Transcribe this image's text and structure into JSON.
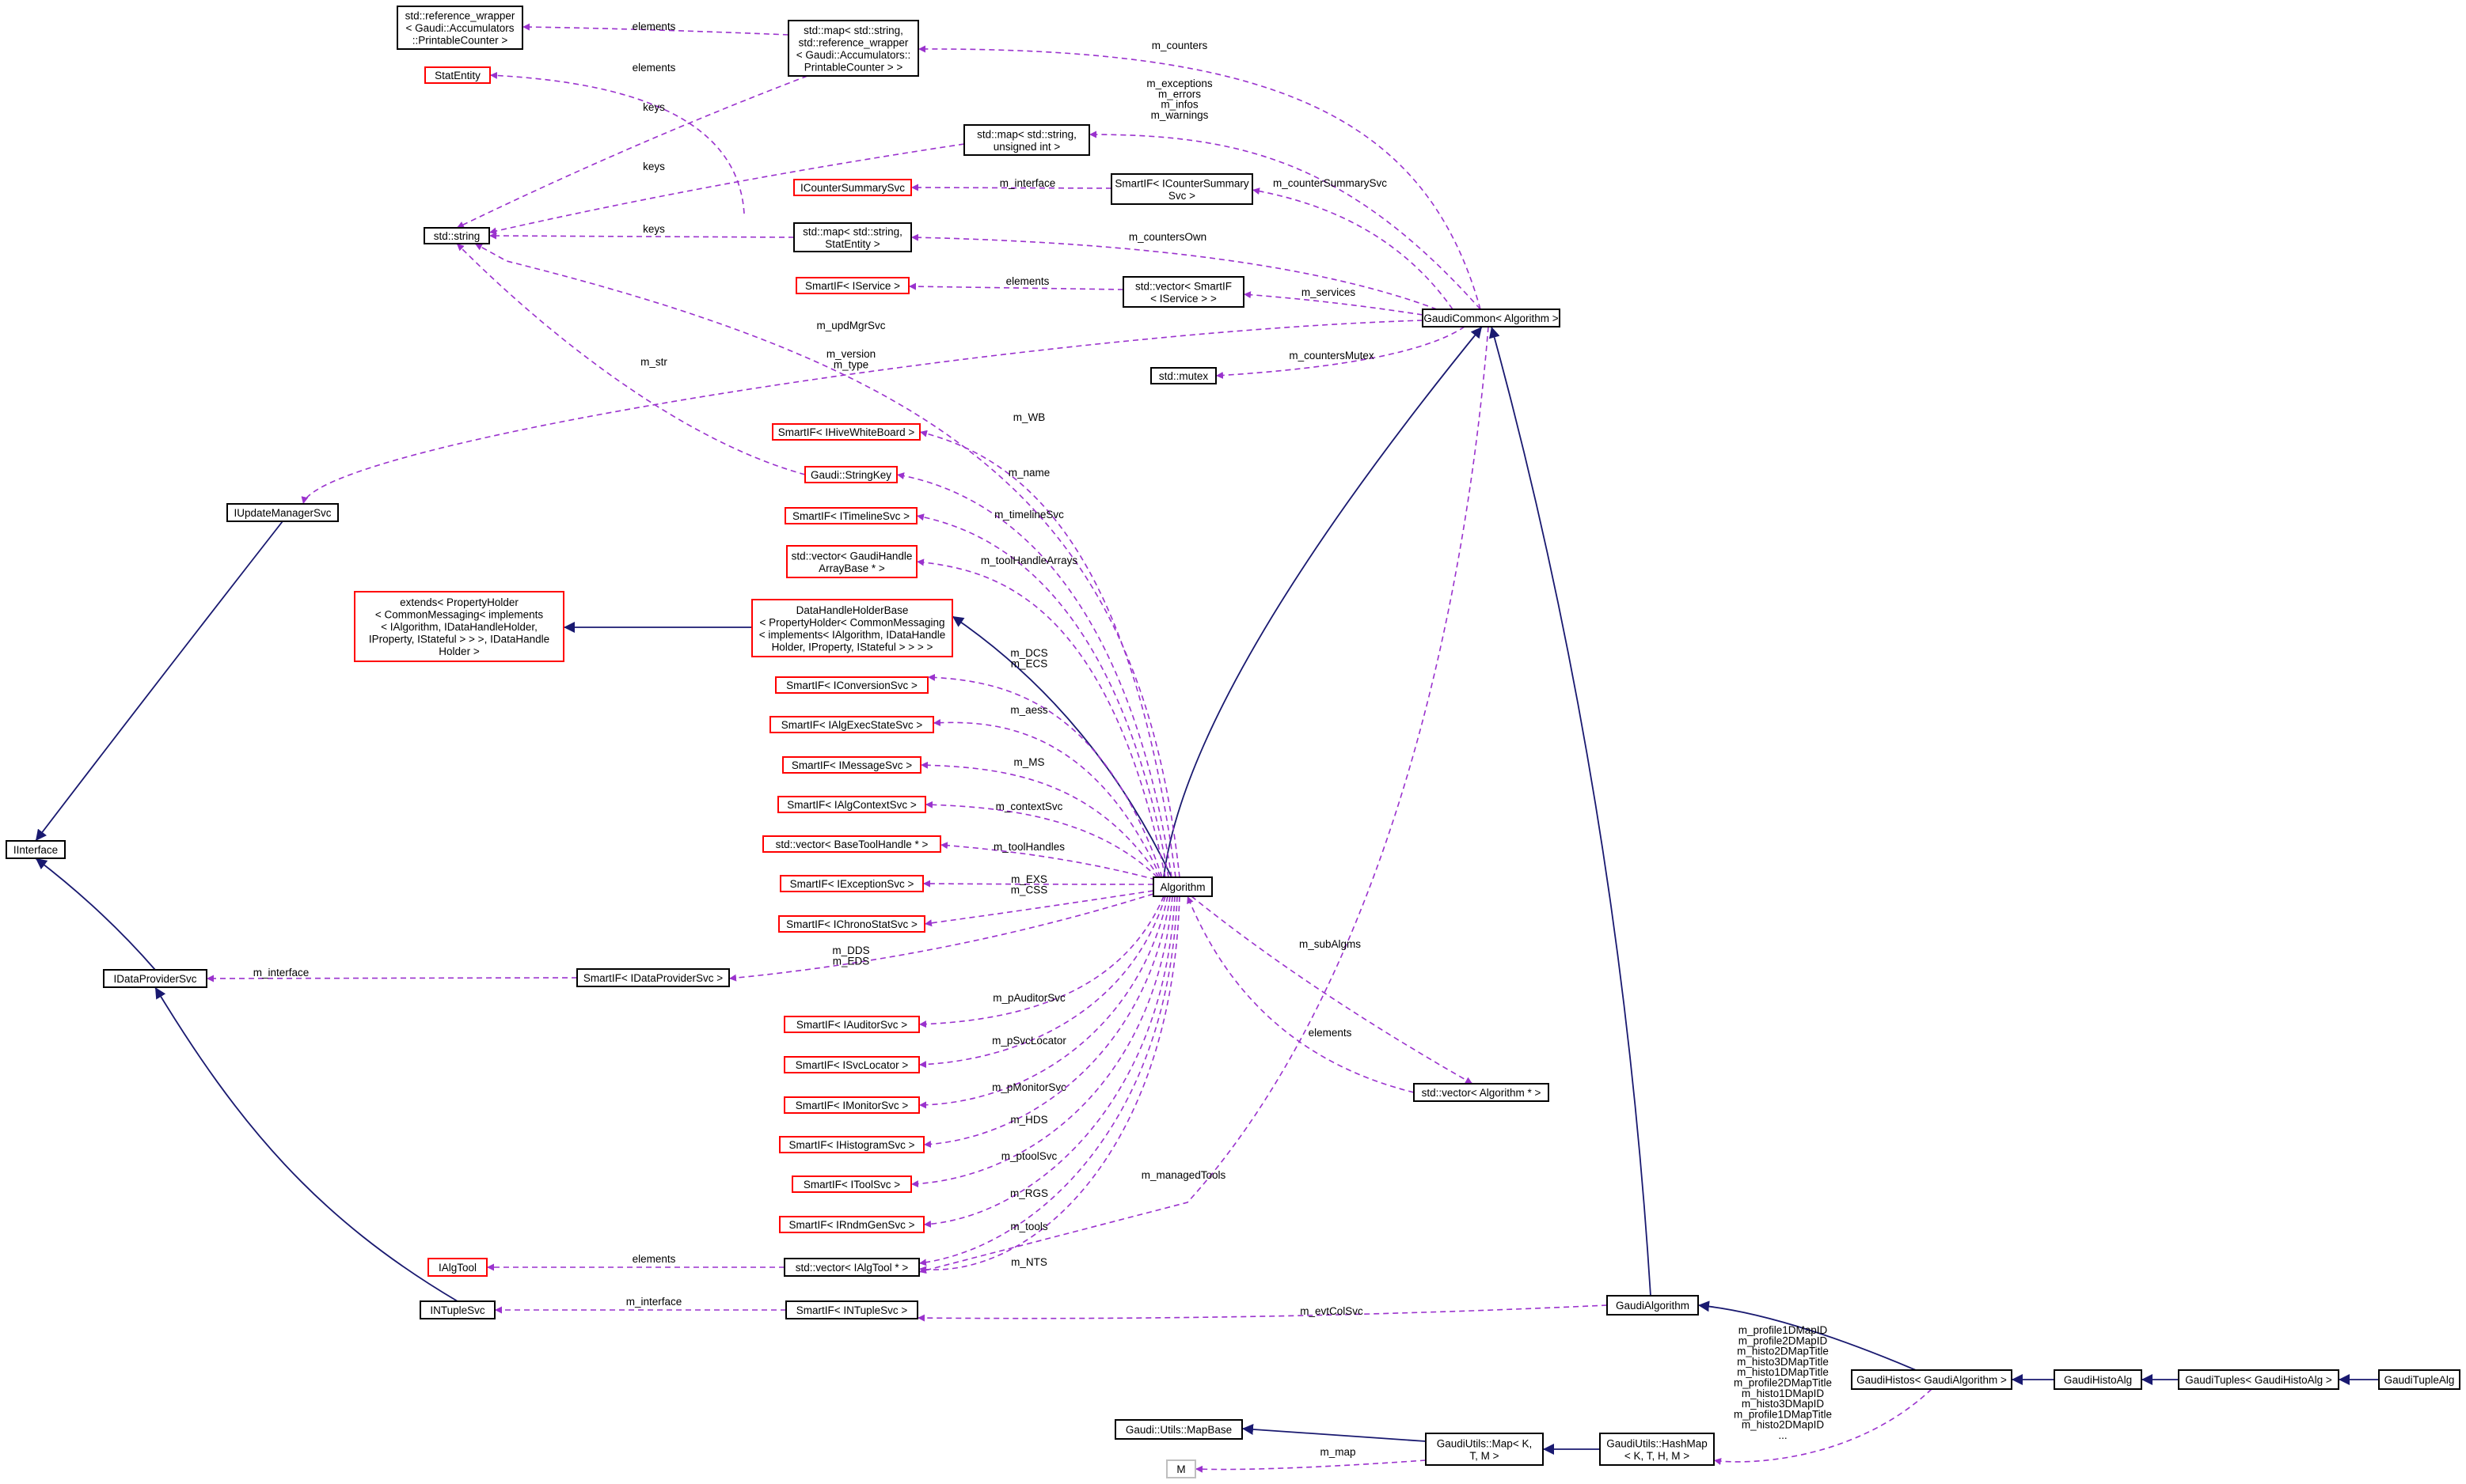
{
  "colors": {
    "inherit": "#191970",
    "use": "#9a32cd",
    "box_black": "#000000",
    "box_red": "#ff0000",
    "box_gray": "#bfbfbf",
    "focus_fill": "#bfbfbf"
  },
  "nodes": {
    "refwrap": [
      "std::reference_wrapper",
      "< Gaudi::Accumulators",
      "::PrintableCounter >"
    ],
    "mapcounter": [
      "std::map< std::string,",
      "std::reference_wrapper",
      "< Gaudi::Accumulators::",
      "PrintableCounter > >"
    ],
    "statentity": [
      "StatEntity"
    ],
    "stdstring": [
      "std::string"
    ],
    "mapuint": [
      "std::map< std::string,",
      "unsigned int >"
    ],
    "icountersummary": [
      "ICounterSummarySvc"
    ],
    "smartifcountersummary": [
      "SmartIF< ICounterSummary",
      "Svc >"
    ],
    "mapstatentity": [
      "std::map< std::string,",
      "StatEntity >"
    ],
    "smartifiservice": [
      "SmartIF< IService >"
    ],
    "vectorsmartif": [
      "std::vector< SmartIF",
      "< IService > >"
    ],
    "gaudicommon": [
      "GaudiCommon< Algorithm >"
    ],
    "mutex": [
      "std::mutex"
    ],
    "iupdatemanager": [
      "IUpdateManagerSvc"
    ],
    "hivewb": [
      "SmartIF< IHiveWhiteBoard >"
    ],
    "stringkey": [
      "Gaudi::StringKey"
    ],
    "timeline": [
      "SmartIF< ITimelineSvc >"
    ],
    "vectorgaudihandle": [
      "std::vector< GaudiHandle",
      "ArrayBase * >"
    ],
    "extends": [
      "extends< PropertyHolder",
      "< CommonMessaging< implements",
      "< IAlgorithm, IDataHandleHolder,",
      "IProperty, IStateful > > >, IDataHandle",
      "Holder >"
    ],
    "datahandleholder": [
      "DataHandleHolderBase",
      "< PropertyHolder< CommonMessaging",
      "< implements< IAlgorithm, IDataHandle",
      "Holder, IProperty, IStateful > > > >"
    ],
    "conversion": [
      "SmartIF< IConversionSvc >"
    ],
    "algexecstate": [
      "SmartIF< IAlgExecStateSvc >"
    ],
    "message": [
      "SmartIF< IMessageSvc >"
    ],
    "algcontext": [
      "SmartIF< IAlgContextSvc >"
    ],
    "vectorbasetool": [
      "std::vector< BaseToolHandle * >"
    ],
    "exception": [
      "SmartIF< IExceptionSvc >"
    ],
    "chronostat": [
      "SmartIF< IChronoStatSvc >"
    ],
    "iinterface": [
      "IInterface"
    ],
    "algorithm": [
      "Algorithm"
    ],
    "idataprovider": [
      "IDataProviderSvc"
    ],
    "smartifdataprovider": [
      "SmartIF< IDataProviderSvc >"
    ],
    "auditor": [
      "SmartIF< IAuditorSvc >"
    ],
    "svclocator": [
      "SmartIF< ISvcLocator >"
    ],
    "monitor": [
      "SmartIF< IMonitorSvc >"
    ],
    "vectoralgorithm": [
      "std::vector< Algorithm * >"
    ],
    "histogram": [
      "SmartIF< IHistogramSvc >"
    ],
    "toolsvc": [
      "SmartIF< IToolSvc >"
    ],
    "rndmgen": [
      "SmartIF< IRndmGenSvc >"
    ],
    "ialgtool": [
      "IAlgTool"
    ],
    "vectorialgtool": [
      "std::vector< IAlgTool * >"
    ],
    "intuplesvc": [
      "INTupleSvc"
    ],
    "smartifntuple": [
      "SmartIF< INTupleSvc >"
    ],
    "gaudialgorithm": [
      "GaudiAlgorithm"
    ],
    "gaudihistos": [
      "GaudiHistos< GaudiAlgorithm >"
    ],
    "gaudihistoalg": [
      "GaudiHistoAlg"
    ],
    "gaudituples": [
      "GaudiTuples< GaudiHistoAlg >"
    ],
    "gauditupalg": [
      "GaudiTupleAlg"
    ],
    "mapbase": [
      "Gaudi::Utils::MapBase"
    ],
    "gaudiutilsmap": [
      "GaudiUtils::Map< K,",
      "T, M >"
    ],
    "hashmap": [
      "GaudiUtils::HashMap",
      "< K, T, H, M >"
    ],
    "m": [
      "M"
    ]
  },
  "edge_labels": {
    "elements_refwrap": [
      "elements"
    ],
    "elements_statentity": [
      "elements"
    ],
    "keys_1": [
      "keys"
    ],
    "keys_2": [
      "keys"
    ],
    "keys_3": [
      "keys"
    ],
    "m_counters": [
      "m_counters"
    ],
    "m_exceptions": [
      "m_exceptions",
      "m_errors",
      "m_infos",
      "m_warnings"
    ],
    "m_interface_cs": [
      "m_interface"
    ],
    "m_counterSummarySvc": [
      "m_counterSummarySvc"
    ],
    "m_countersOwn": [
      "m_countersOwn"
    ],
    "elements_svc": [
      "elements"
    ],
    "m_services": [
      "m_services"
    ],
    "m_updMgrSvc": [
      "m_updMgrSvc"
    ],
    "m_countersMutex": [
      "m_countersMutex"
    ],
    "m_str": [
      "m_str"
    ],
    "m_version": [
      "m_version",
      "m_type"
    ],
    "m_WB": [
      "m_WB"
    ],
    "m_name": [
      "m_name"
    ],
    "m_timelineSvc": [
      "m_timelineSvc"
    ],
    "m_toolHandleArrays": [
      "m_toolHandleArrays"
    ],
    "m_DCS": [
      "m_DCS",
      "m_ECS"
    ],
    "m_aess": [
      "m_aess"
    ],
    "m_MS": [
      "m_MS"
    ],
    "m_contextSvc": [
      "m_contextSvc"
    ],
    "m_toolHandles": [
      "m_toolHandles"
    ],
    "m_EXS": [
      "m_EXS",
      "m_CSS"
    ],
    "m_subAlgms": [
      "m_subAlgms"
    ],
    "m_DDS": [
      "m_DDS",
      "m_EDS"
    ],
    "m_interface_dp": [
      "m_interface"
    ],
    "elements_alg": [
      "elements"
    ],
    "m_pAuditorSvc": [
      "m_pAuditorSvc"
    ],
    "m_pSvcLocator": [
      "m_pSvcLocator"
    ],
    "m_pMonitorSvc": [
      "m_pMonitorSvc"
    ],
    "m_HDS": [
      "m_HDS"
    ],
    "m_ptoolSvc": [
      "m_ptoolSvc"
    ],
    "m_managedTools": [
      "m_managedTools"
    ],
    "m_RGS": [
      "m_RGS"
    ],
    "m_tools": [
      "m_tools"
    ],
    "elements_tool": [
      "elements"
    ],
    "m_NTS": [
      "m_NTS"
    ],
    "m_interface_nt": [
      "m_interface"
    ],
    "m_evtColSvc": [
      "m_evtColSvc"
    ],
    "m_map": [
      "m_map"
    ],
    "histo_maps": [
      "m_profile1DMapID",
      "m_profile2DMapID",
      "m_histo2DMapTitle",
      "m_histo3DMapTitle",
      "m_histo1DMapTitle",
      "m_profile2DMapTitle",
      "m_histo1DMapID",
      "m_histo3DMapID",
      "m_profile1DMapTitle",
      "m_histo2DMapID",
      "..."
    ]
  }
}
